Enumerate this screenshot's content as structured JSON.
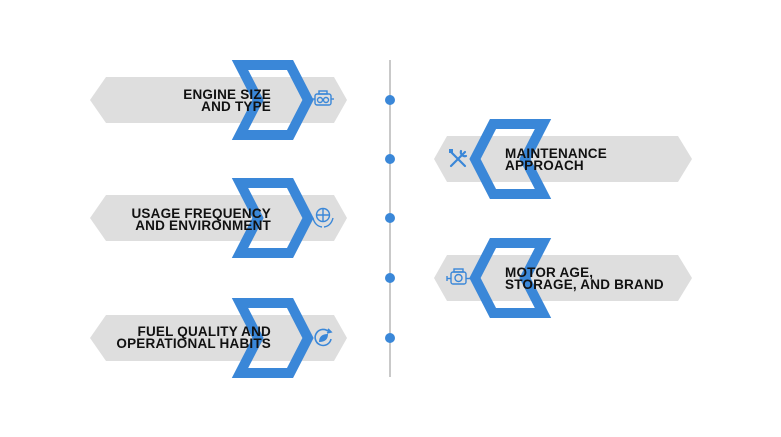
{
  "colors": {
    "accent": "#3a87d8",
    "card": "#dedede",
    "timeline": "#c9c9c9",
    "text": "#111111",
    "icon": "#3a87d8"
  },
  "items": [
    {
      "side": "left",
      "line1": "ENGINE SIZE",
      "line2": "AND TYPE",
      "icon": "engine-icon"
    },
    {
      "side": "right",
      "line1": "MAINTENANCE",
      "line2": "APPROACH",
      "icon": "tools-icon"
    },
    {
      "side": "left",
      "line1": "USAGE FREQUENCY",
      "line2": "AND ENVIRONMENT",
      "icon": "globe-hands-icon"
    },
    {
      "side": "right",
      "line1": "MOTOR AGE,",
      "line2": "STORAGE, AND BRAND",
      "icon": "motor-icon"
    },
    {
      "side": "left",
      "line1": "FUEL QUALITY AND",
      "line2": "OPERATIONAL HABITS",
      "icon": "eco-leaf-icon"
    }
  ]
}
